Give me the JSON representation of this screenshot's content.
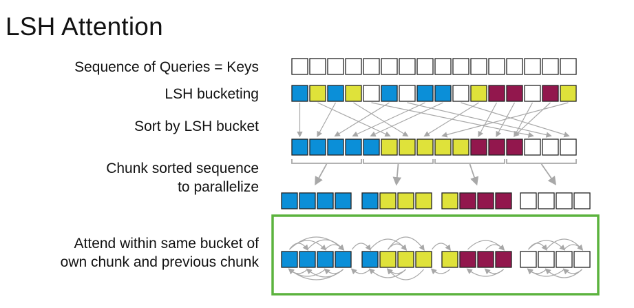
{
  "title": "LSH Attention",
  "steps": {
    "queries": "Sequence of Queries = Keys",
    "bucketing": "LSH bucketing",
    "sort": "Sort by LSH bucket",
    "chunk_line1": "Chunk sorted sequence",
    "chunk_line2": "to parallelize",
    "attend_line1": "Attend within same bucket of",
    "attend_line2": "own chunk and previous chunk"
  },
  "colors": {
    "blue": "#0b8fd8",
    "yellow": "#dfe23a",
    "maroon": "#92174d",
    "white": "#ffffff",
    "border": "#222222",
    "arrow": "#a8a8a8",
    "highlight": "#5cb33e"
  },
  "buckets": {
    "original": [
      "blue",
      "yellow",
      "blue",
      "yellow",
      "white",
      "blue",
      "white",
      "blue",
      "blue",
      "white",
      "yellow",
      "maroon",
      "maroon",
      "white",
      "maroon",
      "yellow"
    ],
    "sorted": [
      "blue",
      "blue",
      "blue",
      "blue",
      "blue",
      "yellow",
      "yellow",
      "yellow",
      "yellow",
      "yellow",
      "maroon",
      "maroon",
      "maroon",
      "white",
      "white",
      "white"
    ],
    "chunks": [
      [
        "blue",
        "blue",
        "blue",
        "blue"
      ],
      [
        "blue",
        "yellow",
        "yellow",
        "yellow"
      ],
      [
        "yellow",
        "maroon",
        "maroon",
        "maroon"
      ],
      [
        "white",
        "white",
        "white",
        "white"
      ]
    ],
    "sort_mapping": [
      0,
      5,
      1,
      6,
      13,
      2,
      14,
      3,
      4,
      15,
      7,
      10,
      11,
      12,
      12,
      8
    ]
  }
}
